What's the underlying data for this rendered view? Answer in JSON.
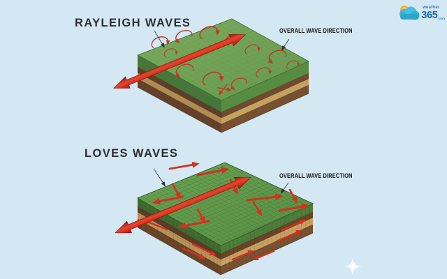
{
  "page": {
    "background_color": "#d4e8f4",
    "description_note": "Educational diagram of surface seismic waves: two isometric earth blocks"
  },
  "logo": {
    "word": "weather",
    "number": "365",
    "suffix": ".com"
  },
  "rayleigh": {
    "title": "RAYLEIGH WAVES",
    "annotation": "OVERALL WAVE DIRECTION"
  },
  "love": {
    "title": "LOVES WAVES",
    "annotation": "OVERALL WAVE DIRECTION"
  },
  "colors": {
    "sky_background": "#d4e8f4",
    "arrow_red": "#d5301f",
    "particle_arrow_red": "#bf3a28",
    "grass_green_top": "#74a75a",
    "grass_green_side": "#4a7a38",
    "soil_dark_brown": "#6b4629",
    "soil_tan": "#c29c63",
    "soil_brown": "#7a5233",
    "title_text": "#2c2c35",
    "label_text": "#141414",
    "logo_blue": "#1c67ad",
    "logo_cloud_teal": "#38b6d8",
    "logo_sun_orange": "#f5a93b"
  }
}
